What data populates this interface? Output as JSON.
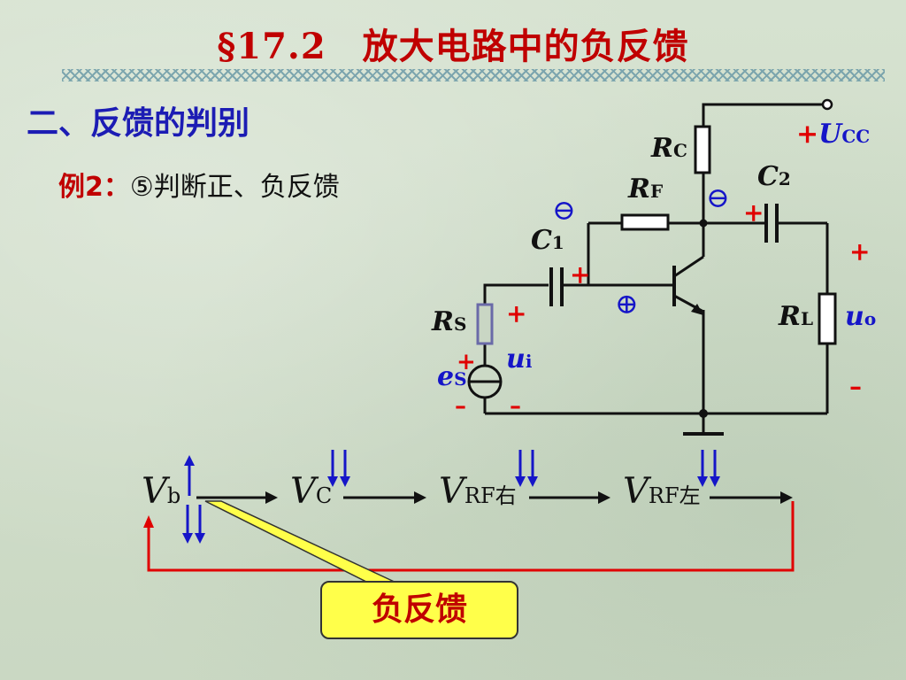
{
  "slide": {
    "title": "§17.2　放大电路中的负反馈",
    "section": "二、反馈的判别",
    "example_lead": "例2：",
    "example_text": "⑤判断正、负反馈"
  },
  "circuit": {
    "rc_main": "R",
    "rc_sub": "C",
    "rf_main": "R",
    "rf_sub": "F",
    "c1_main": "C",
    "c1_sub": "1",
    "c2_main": "C",
    "c2_sub": "2",
    "rs_main": "R",
    "rs_sub": "S",
    "rl_main": "R",
    "rl_sub": "L",
    "es_main": "e",
    "es_sub": "S",
    "ui_main": "u",
    "ui_sub": "i",
    "uo_main": "u",
    "uo_sub": "o",
    "ucc_plus": "+",
    "ucc_main": "U",
    "ucc_sub": "CC",
    "plus": "+",
    "minus": "–",
    "polarity_plus_circle": "⊕",
    "polarity_minus_circle": "⊖"
  },
  "flow": {
    "vb_main": "V",
    "vb_sub": "b",
    "vc_main": "V",
    "vc_sub": "C",
    "vrfr_main": "V",
    "vrfr_sub": "RF右",
    "vrfl_main": "V",
    "vrfl_sub": "RF左",
    "result": "负反馈"
  },
  "colors": {
    "title": "#c00000",
    "section": "#1c1cb4",
    "feedback_loop": "#e00000",
    "callout": "#ffff4a"
  }
}
